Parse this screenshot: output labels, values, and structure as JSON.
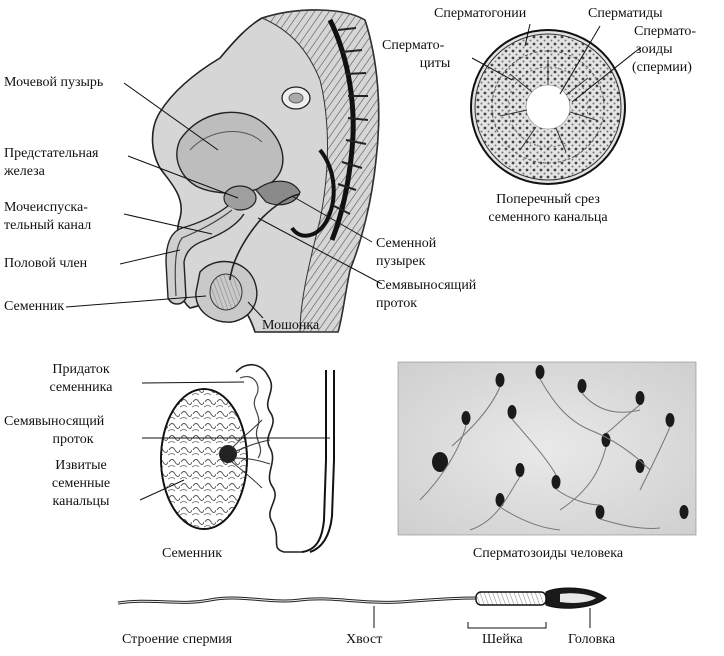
{
  "pelvis": {
    "bladder": "Мочевой пузырь",
    "prostate": [
      "Предстательная",
      "железа"
    ],
    "urethra": [
      "Мочеиспуска-",
      "тельный канал"
    ],
    "penis": "Половой член",
    "testis": "Семенник",
    "scrotum": "Мошонка",
    "seminal_vesicle": [
      "Семенной",
      "пузырек"
    ],
    "vas_deferens": [
      "Семявыносящий",
      "проток"
    ]
  },
  "tubule": {
    "spermatogonia": "Сперматогонии",
    "spermatids": "Сперматиды",
    "spermatocytes": [
      "Сперматo-",
      "циты"
    ],
    "spermatozoa": [
      "Спермато-",
      "зоиды",
      "(спермии)"
    ],
    "caption": [
      "Поперечный срез",
      "семенного канальца"
    ]
  },
  "testis_diagram": {
    "epididymis": [
      "Придаток",
      "семенника"
    ],
    "vas_deferens": [
      "Семявыносящий",
      "проток"
    ],
    "tubules": [
      "Извитые",
      "семенные",
      "канальцы"
    ],
    "caption": "Семенник"
  },
  "micro": {
    "caption": "Сперматозоиды человека"
  },
  "sperm": {
    "caption": "Строение спермия",
    "tail": "Хвост",
    "neck": "Шейка",
    "head": "Головка"
  }
}
